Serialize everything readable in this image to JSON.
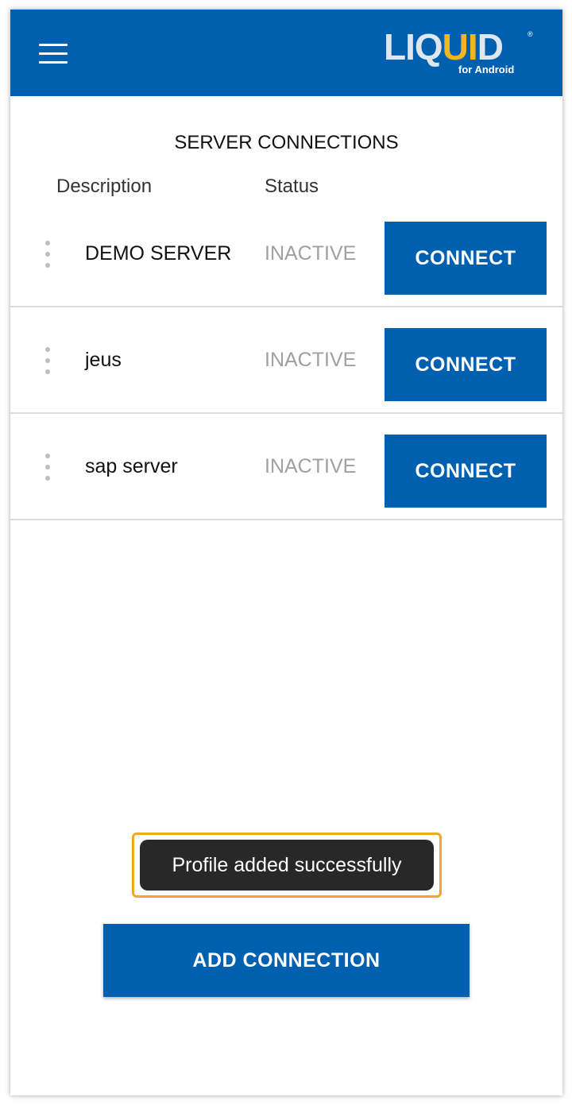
{
  "header": {
    "logo_text_a": "LIQ",
    "logo_text_u": "U",
    "logo_text_i": "I",
    "logo_text_d": "D",
    "logo_registered": "®",
    "logo_subtitle": "for Android",
    "brand_color": "#0060b0"
  },
  "main": {
    "title": "SERVER CONNECTIONS",
    "columns": {
      "description": "Description",
      "status": "Status"
    },
    "connections": [
      {
        "name": "DEMO SERVER",
        "status": "INACTIVE",
        "action": "CONNECT"
      },
      {
        "name": "jeus",
        "status": "INACTIVE",
        "action": "CONNECT"
      },
      {
        "name": "sap server",
        "status": "INACTIVE",
        "action": "CONNECT"
      }
    ]
  },
  "toast": {
    "message": "Profile added successfully",
    "highlight_color": "#f5a623"
  },
  "footer": {
    "add_label": "ADD CONNECTION"
  }
}
